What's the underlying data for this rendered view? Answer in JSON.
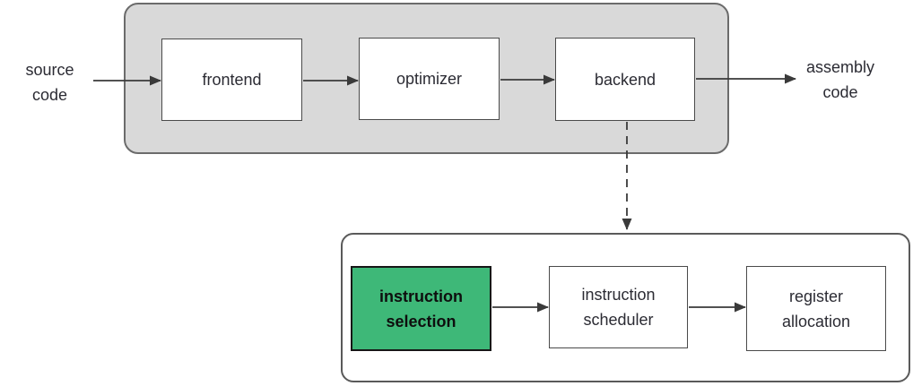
{
  "labels": {
    "source_code": {
      "line1": "source",
      "line2": "code"
    },
    "assembly_code": {
      "line1": "assembly",
      "line2": "code"
    }
  },
  "pipeline": {
    "frontend": "frontend",
    "optimizer": "optimizer",
    "backend": "backend"
  },
  "backend_detail": {
    "instruction_selection": {
      "line1": "instruction",
      "line2": "selection"
    },
    "instruction_scheduler": {
      "line1": "instruction",
      "line2": "scheduler"
    },
    "register_allocation": {
      "line1": "register",
      "line2": "allocation"
    }
  },
  "colors": {
    "highlight_green": "#3eb878",
    "container_gray_fill": "#d9d9d9",
    "container_gray_border": "#6b6b6b",
    "box_border": "#4a4a4a",
    "arrow": "#3a3a3a",
    "text": "#2b2b33"
  }
}
